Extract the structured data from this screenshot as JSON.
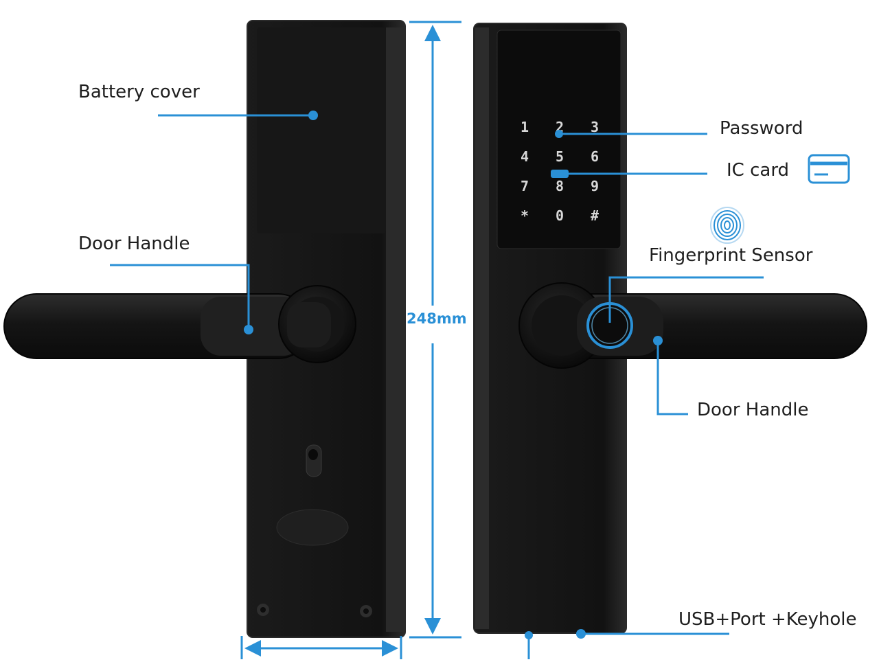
{
  "colors": {
    "accent": "#2a90d6",
    "body": "#141414",
    "body_edge": "#2a2a2a",
    "label": "#1e1e1e",
    "background": "#ffffff"
  },
  "callouts": {
    "battery_cover": "Battery cover",
    "door_handle_left": "Door Handle",
    "password": "Password",
    "ic_card": "IC card",
    "fingerprint_sensor": "Fingerprint Sensor",
    "door_handle_right": "Door Handle",
    "usb_port_keyhole": "USB+Port +Keyhole"
  },
  "dimension": {
    "height_label": "248mm"
  },
  "keypad": {
    "keys": [
      "1",
      "2",
      "3",
      "4",
      "5",
      "6",
      "7",
      "8",
      "9",
      "*",
      "0",
      "#"
    ]
  },
  "icons": {
    "card": "card-icon",
    "fingerprint": "fingerprint-icon"
  }
}
